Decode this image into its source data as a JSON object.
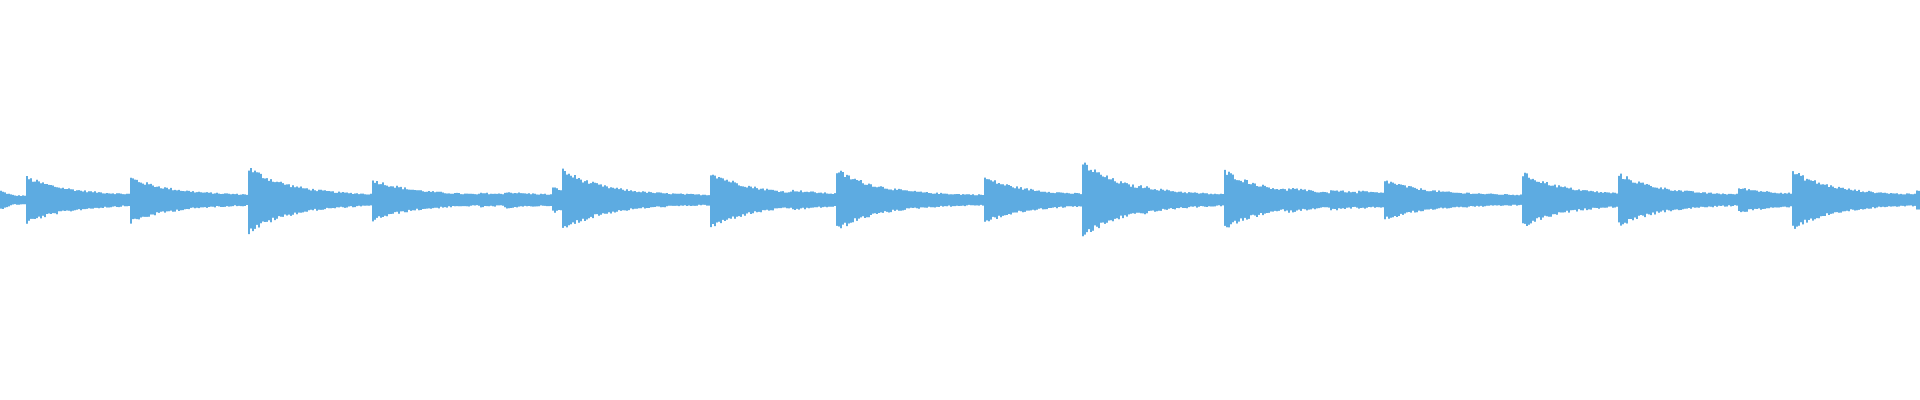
{
  "waveform": {
    "color": "#5dabe1",
    "background": "#ffffff",
    "baseline_amplitude": 0.022,
    "start_amplitude": 0.045,
    "onsets": [
      {
        "t": 0.0135,
        "amp": 0.11
      },
      {
        "t": 0.0672,
        "amp": 0.11
      },
      {
        "t": 0.0773,
        "amp": 0.05
      },
      {
        "t": 0.1286,
        "amp": 0.16
      },
      {
        "t": 0.1932,
        "amp": 0.1
      },
      {
        "t": 0.249,
        "amp": 0.035
      },
      {
        "t": 0.2615,
        "amp": 0.04
      },
      {
        "t": 0.287,
        "amp": 0.06
      },
      {
        "t": 0.2917,
        "amp": 0.15
      },
      {
        "t": 0.3688,
        "amp": 0.14
      },
      {
        "t": 0.4115,
        "amp": 0.05
      },
      {
        "t": 0.4344,
        "amp": 0.15
      },
      {
        "t": 0.512,
        "amp": 0.11
      },
      {
        "t": 0.5635,
        "amp": 0.18
      },
      {
        "t": 0.5932,
        "amp": 0.07
      },
      {
        "t": 0.6375,
        "amp": 0.14
      },
      {
        "t": 0.6708,
        "amp": 0.06
      },
      {
        "t": 0.6927,
        "amp": 0.05
      },
      {
        "t": 0.7063,
        "amp": 0.045
      },
      {
        "t": 0.7198,
        "amp": 0.1
      },
      {
        "t": 0.7635,
        "amp": 0.035
      },
      {
        "t": 0.7927,
        "amp": 0.13
      },
      {
        "t": 0.8417,
        "amp": 0.13
      },
      {
        "t": 0.8703,
        "amp": 0.05
      },
      {
        "t": 0.9052,
        "amp": 0.06
      },
      {
        "t": 0.9328,
        "amp": 0.14
      },
      {
        "t": 0.9979,
        "amp": 0.05
      }
    ]
  }
}
